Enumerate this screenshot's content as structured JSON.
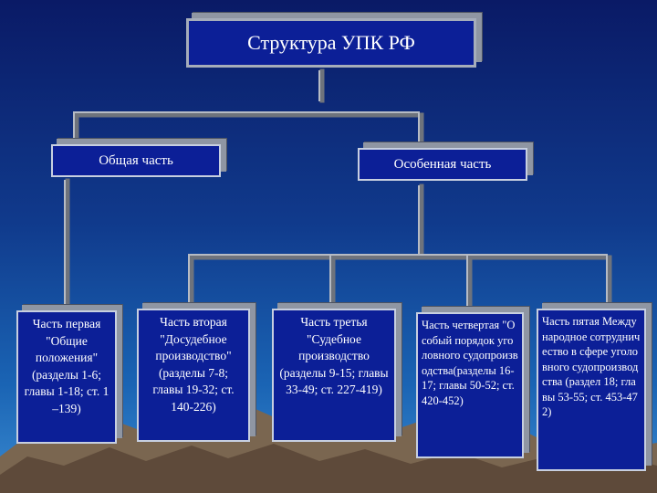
{
  "title": "Структура УПК РФ",
  "parts": [
    {
      "label": "Общая часть"
    },
    {
      "label": "Особенная часть"
    }
  ],
  "sections": [
    {
      "text": "Часть первая \"Общие положения\" (разделы 1-6; главы 1-18; ст. 1 –139)"
    },
    {
      "text": "Часть вторая \"Досудебное производство\" (разделы 7-8; главы 19-32; ст. 140-226)"
    },
    {
      "text": "Часть третья \"Судебное производство (разделы 9-15; главы 33-49; ст. 227-419)"
    },
    {
      "text": "Часть четвертая \"Особый порядок уголовного судопроизводства(разделы 16-17; главы 50-52; ст.420-452)"
    },
    {
      "text": "Часть пятая Международное сотрудничество в сфере уголовного судопроизводства (раздел 18; главы 53-55; ст. 453-472)"
    }
  ],
  "colors": {
    "box_fill": "#0c1f97",
    "box_border": "#c7cfe0",
    "box_shadow": "#8f96a3",
    "connector": "#9aa0aa",
    "mountains": "#5e4a3a",
    "sky_top": "#0a1a66",
    "sky_bottom": "#3a8ad0"
  }
}
